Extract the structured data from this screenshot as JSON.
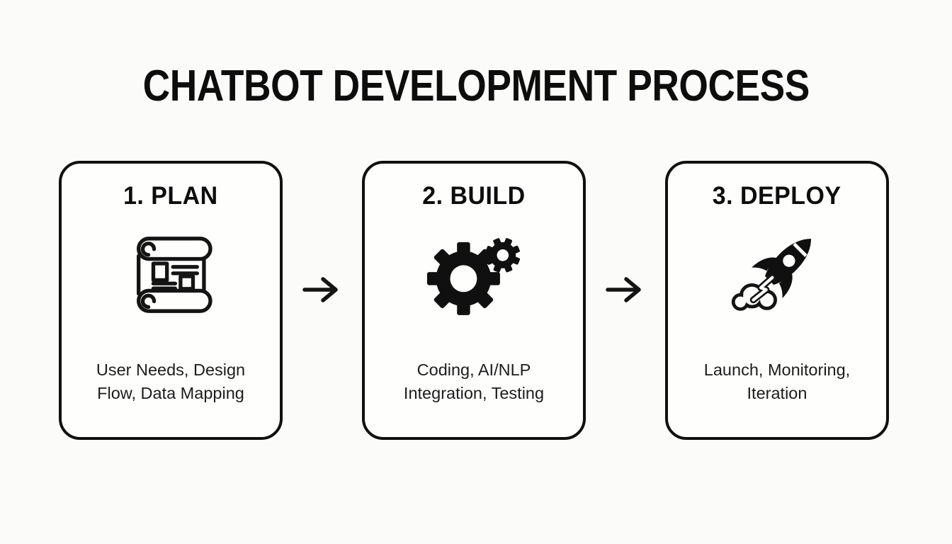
{
  "title": "CHATBOT DEVELOPMENT PROCESS",
  "colors": {
    "background": "#fbfbf9",
    "card_background": "#fefefd",
    "ink": "#101010",
    "body_text": "#1c1c1c"
  },
  "steps": [
    {
      "heading": "1. PLAN",
      "icon": "scroll-blueprint-icon",
      "desc_lines": [
        "User Needs, Design",
        "Flow, Data Mapping"
      ]
    },
    {
      "heading": "2. BUILD",
      "icon": "gears-icon",
      "desc_lines": [
        "Coding, AI/NLP",
        "Integration, Testing"
      ]
    },
    {
      "heading": "3. DEPLOY",
      "icon": "rocket-icon",
      "desc_lines": [
        "Launch, Monitoring,",
        "Iteration"
      ]
    }
  ],
  "connectors": [
    {
      "icon": "right-arrow-icon"
    },
    {
      "icon": "right-arrow-icon"
    }
  ]
}
